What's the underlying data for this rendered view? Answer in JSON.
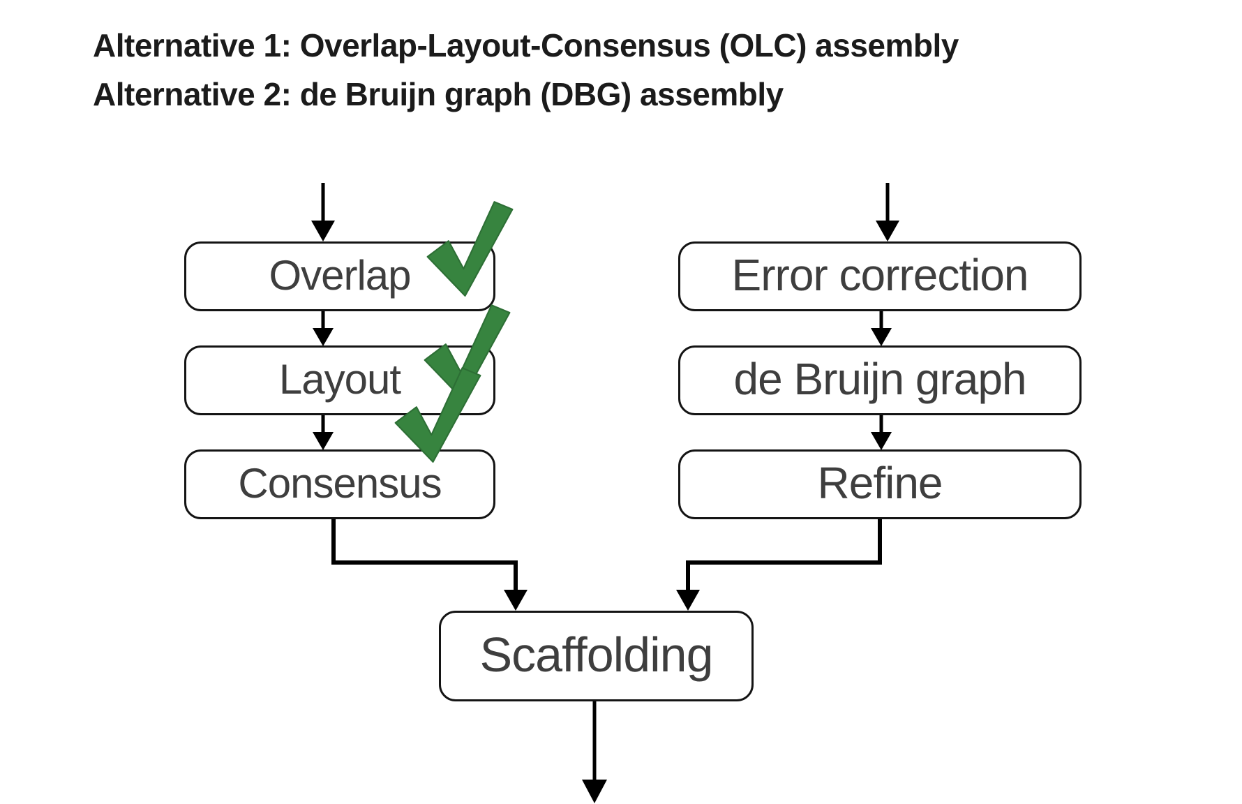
{
  "titles": {
    "alt1": "Alternative 1: Overlap-Layout-Consensus (OLC) assembly",
    "alt2": "Alternative 2: de Bruijn graph (DBG) assembly"
  },
  "flow": {
    "olc": {
      "steps": [
        {
          "label": "Overlap",
          "checked": true
        },
        {
          "label": "Layout",
          "checked": true
        },
        {
          "label": "Consensus",
          "checked": true
        }
      ]
    },
    "dbg": {
      "steps": [
        {
          "label": "Error correction",
          "checked": false
        },
        {
          "label": "de Bruijn graph",
          "checked": false
        },
        {
          "label": "Refine",
          "checked": false
        }
      ]
    },
    "merge": {
      "label": "Scaffolding"
    },
    "edges": [
      "input -> Overlap",
      "Overlap -> Layout",
      "Layout -> Consensus",
      "Consensus -> Scaffolding",
      "input -> Error correction",
      "Error correction -> de Bruijn graph",
      "de Bruijn graph -> Refine",
      "Refine -> Scaffolding",
      "Scaffolding -> output"
    ]
  },
  "icons": {
    "check": "green-checkmark"
  },
  "colors": {
    "background": "#ffffff",
    "box_border": "#141414",
    "box_text": "#3e3e3e",
    "title_text": "#1b1b1b",
    "arrow": "#000000",
    "check_green": "#37843f"
  }
}
